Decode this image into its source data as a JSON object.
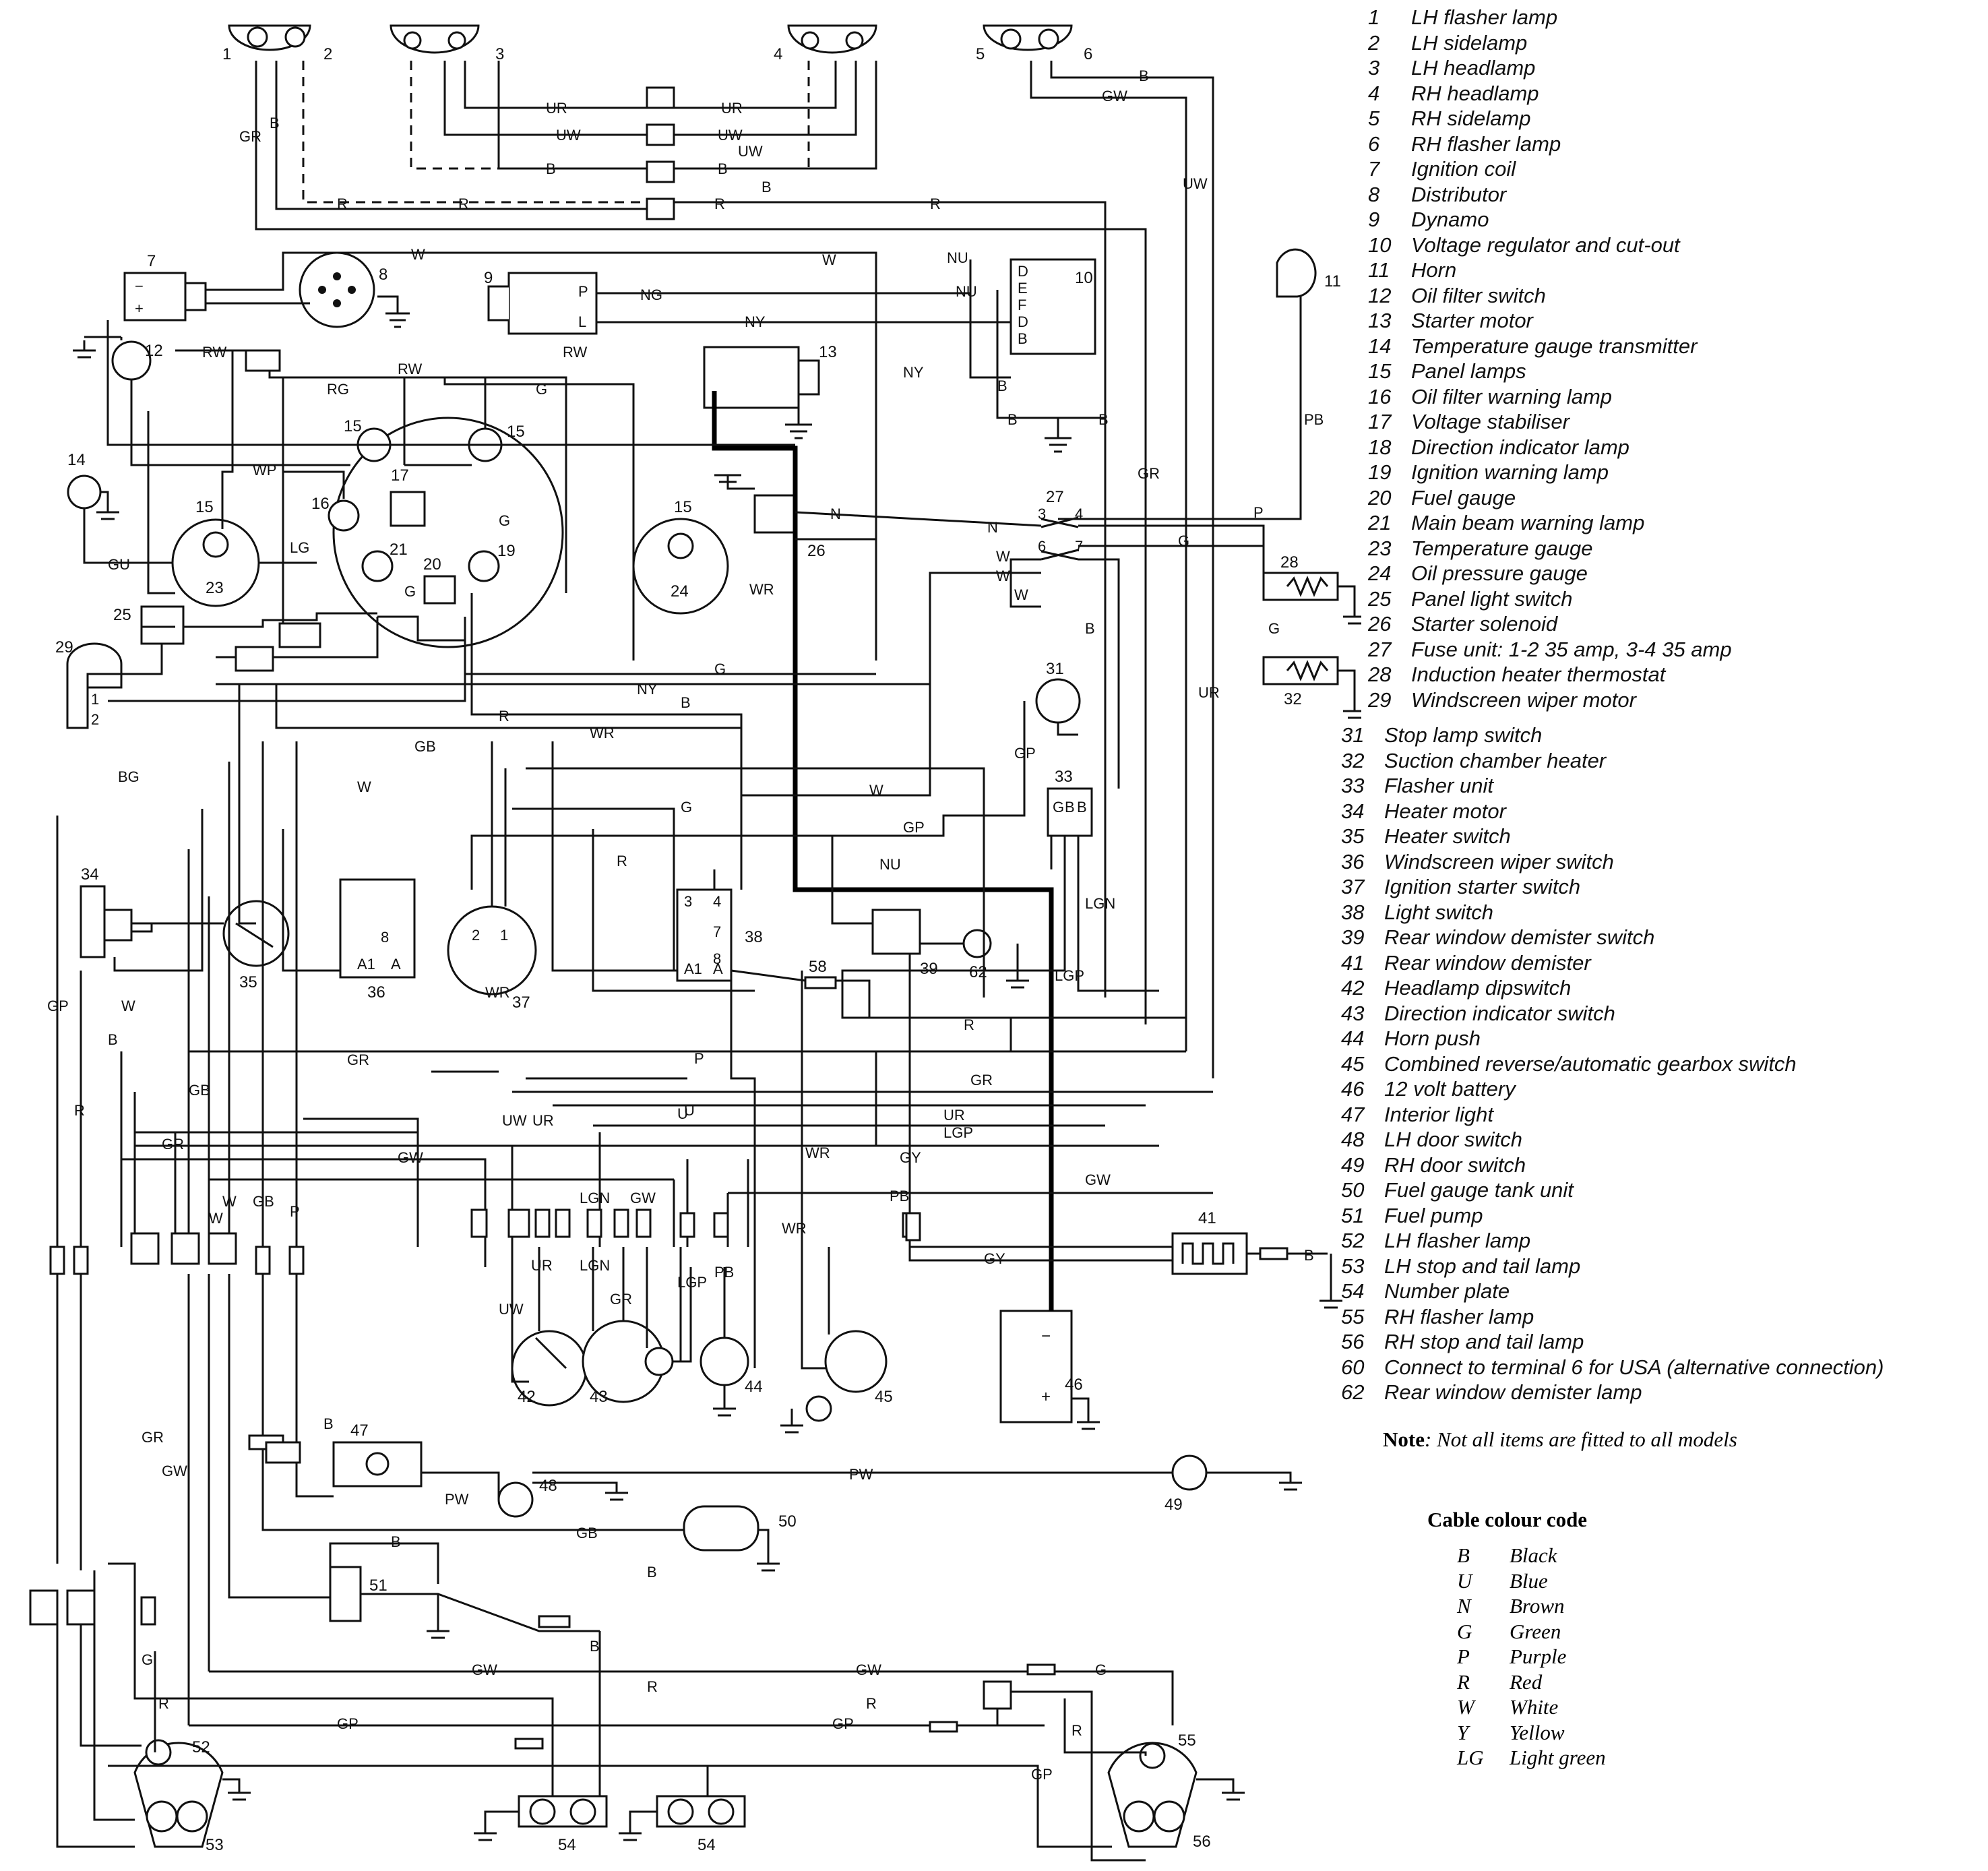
{
  "legend": [
    {
      "n": "1",
      "t": "LH flasher lamp"
    },
    {
      "n": "2",
      "t": "LH sidelamp"
    },
    {
      "n": "3",
      "t": "LH headlamp"
    },
    {
      "n": "4",
      "t": "RH headlamp"
    },
    {
      "n": "5",
      "t": "RH sidelamp"
    },
    {
      "n": "6",
      "t": "RH flasher lamp"
    },
    {
      "n": "7",
      "t": "Ignition coil"
    },
    {
      "n": "8",
      "t": "Distributor"
    },
    {
      "n": "9",
      "t": "Dynamo"
    },
    {
      "n": "10",
      "t": "Voltage regulator and cut-out"
    },
    {
      "n": "11",
      "t": "Horn"
    },
    {
      "n": "12",
      "t": "Oil filter switch"
    },
    {
      "n": "13",
      "t": "Starter motor"
    },
    {
      "n": "14",
      "t": "Temperature gauge transmitter"
    },
    {
      "n": "15",
      "t": "Panel lamps"
    },
    {
      "n": "16",
      "t": "Oil filter warning lamp"
    },
    {
      "n": "17",
      "t": "Voltage stabiliser"
    },
    {
      "n": "18",
      "t": "Direction indicator lamp"
    },
    {
      "n": "19",
      "t": "Ignition warning lamp"
    },
    {
      "n": "20",
      "t": "Fuel gauge"
    },
    {
      "n": "21",
      "t": "Main beam warning lamp"
    },
    {
      "n": "23",
      "t": "Temperature gauge"
    },
    {
      "n": "24",
      "t": "Oil pressure gauge"
    },
    {
      "n": "25",
      "t": "Panel light switch"
    },
    {
      "n": "26",
      "t": "Starter solenoid"
    },
    {
      "n": "27",
      "t": "Fuse unit: 1-2 35 amp, 3-4 35 amp"
    },
    {
      "n": "28",
      "t": "Induction heater thermostat"
    },
    {
      "n": "29",
      "t": "Windscreen wiper motor"
    },
    {
      "n": "31",
      "t": "Stop lamp switch"
    },
    {
      "n": "32",
      "t": "Suction chamber heater"
    },
    {
      "n": "33",
      "t": "Flasher unit"
    },
    {
      "n": "34",
      "t": "Heater motor"
    },
    {
      "n": "35",
      "t": "Heater switch"
    },
    {
      "n": "36",
      "t": "Windscreen wiper switch"
    },
    {
      "n": "37",
      "t": "Ignition starter switch"
    },
    {
      "n": "38",
      "t": "Light switch"
    },
    {
      "n": "39",
      "t": "Rear window demister switch"
    },
    {
      "n": "41",
      "t": "Rear window demister"
    },
    {
      "n": "42",
      "t": "Headlamp dipswitch"
    },
    {
      "n": "43",
      "t": "Direction indicator switch"
    },
    {
      "n": "44",
      "t": "Horn push"
    },
    {
      "n": "45",
      "t": "Combined reverse/automatic gearbox switch"
    },
    {
      "n": "46",
      "t": "12 volt battery"
    },
    {
      "n": "47",
      "t": "Interior light"
    },
    {
      "n": "48",
      "t": "LH door switch"
    },
    {
      "n": "49",
      "t": "RH door switch"
    },
    {
      "n": "50",
      "t": "Fuel gauge tank unit"
    },
    {
      "n": "51",
      "t": "Fuel pump"
    },
    {
      "n": "52",
      "t": "LH flasher lamp"
    },
    {
      "n": "53",
      "t": "LH stop and tail lamp"
    },
    {
      "n": "54",
      "t": "Number plate"
    },
    {
      "n": "55",
      "t": "RH flasher lamp"
    },
    {
      "n": "56",
      "t": "RH stop and tail lamp"
    },
    {
      "n": "60",
      "t": "Connect to terminal 6 for USA (alternative connection)"
    },
    {
      "n": "62",
      "t": "Rear window demister lamp"
    }
  ],
  "note": {
    "label": "Note",
    "text": ": Not all items are fitted to all models"
  },
  "colour_code": {
    "title": "Cable colour code",
    "items": [
      {
        "c": "B",
        "name": "Black"
      },
      {
        "c": "U",
        "name": "Blue"
      },
      {
        "c": "N",
        "name": "Brown"
      },
      {
        "c": "G",
        "name": "Green"
      },
      {
        "c": "P",
        "name": "Purple"
      },
      {
        "c": "R",
        "name": "Red"
      },
      {
        "c": "W",
        "name": "White"
      },
      {
        "c": "Y",
        "name": "Yellow"
      },
      {
        "c": "LG",
        "name": "Light green"
      }
    ]
  },
  "diagram": {
    "component_numbers": [
      "1",
      "2",
      "3",
      "4",
      "5",
      "6",
      "7",
      "8",
      "9",
      "10",
      "11",
      "12",
      "13",
      "14",
      "15",
      "15",
      "15",
      "15",
      "16",
      "17",
      "19",
      "20",
      "21",
      "23",
      "24",
      "25",
      "26",
      "27",
      "28",
      "29",
      "31",
      "32",
      "33",
      "34",
      "35",
      "36",
      "37",
      "38",
      "39",
      "41",
      "42",
      "43",
      "44",
      "45",
      "46",
      "47",
      "48",
      "49",
      "50",
      "51",
      "52",
      "53",
      "54",
      "54",
      "55",
      "56",
      "58",
      "62"
    ],
    "wire_labels": [
      "UR",
      "UR",
      "UW",
      "UW",
      "UW",
      "B",
      "B",
      "B",
      "R",
      "R",
      "R",
      "R",
      "GR",
      "B",
      "GW",
      "B",
      "UW",
      "W",
      "W",
      "NG",
      "NY",
      "NU",
      "NU",
      "NY",
      "RW",
      "RW",
      "RG",
      "RW",
      "G",
      "WP",
      "LG",
      "GU",
      "G",
      "G",
      "N",
      "N",
      "W",
      "W",
      "W",
      "WR",
      "B",
      "B",
      "B",
      "PB",
      "P",
      "G",
      "G",
      "GR",
      "UR",
      "B",
      "NY",
      "G",
      "B",
      "R",
      "WR",
      "GB",
      "W",
      "W",
      "G",
      "GP",
      "R",
      "NU",
      "GP",
      "LGN",
      "LGP",
      "R",
      "P",
      "GR",
      "UR",
      "LGP",
      "GW",
      "PB",
      "GY",
      "GY",
      "B",
      "BG",
      "GP",
      "R",
      "W",
      "GB",
      "P",
      "B",
      "GR",
      "GR",
      "GW",
      "W",
      "W",
      "GB",
      "UW",
      "UR",
      "U",
      "LGN",
      "GW",
      "UW",
      "UR",
      "LGN",
      "GR",
      "LGP",
      "PB",
      "WR",
      "WR",
      "WR",
      "PW",
      "PW",
      "GB",
      "B",
      "B",
      "B",
      "GW",
      "GW",
      "G",
      "R",
      "R",
      "R",
      "GP",
      "GP",
      "GP",
      "R",
      "G",
      "GR",
      "GW",
      "B",
      "U",
      "1",
      "2",
      "1",
      "2",
      "3",
      "4",
      "6",
      "7",
      "8",
      "A1",
      "A",
      "F",
      "D",
      "E",
      "F",
      "D",
      "B",
      "P",
      "L",
      "G",
      "B",
      "B"
    ],
    "battery_terminals": {
      "neg": "−",
      "pos": "+"
    },
    "coil_terminals": {
      "neg": "−",
      "pos": "+"
    }
  }
}
